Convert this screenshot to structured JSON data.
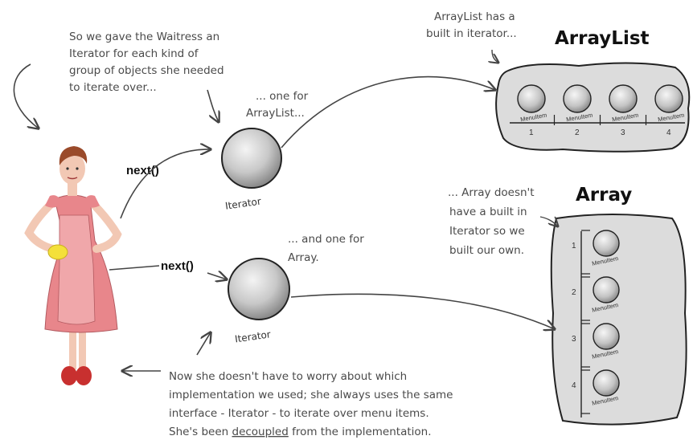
{
  "annotations": {
    "intro": [
      "So we gave the Waitress an",
      "Iterator for each kind of",
      "group of objects she needed",
      "to iterate over..."
    ],
    "one_for_arraylist": [
      "... one for",
      "ArrayList..."
    ],
    "arraylist_builtin": [
      "ArrayList has a",
      "built in iterator..."
    ],
    "array_no_builtin": [
      "... Array doesn't",
      "have a built in",
      "Iterator so we",
      "built our own."
    ],
    "one_for_array": [
      "... and one for",
      "Array."
    ],
    "conclusion": {
      "lines": [
        "Now she doesn't have to worry about which",
        "implementation we used; she always uses the same",
        "interface - Iterator - to iterate over menu items."
      ],
      "last_prefix": "She's been ",
      "last_underlined": "decoupled",
      "last_suffix": " from the implementation."
    }
  },
  "calls": {
    "top": "next()",
    "bottom": "next()"
  },
  "iterators": {
    "top_label": "Iterator",
    "bottom_label": "Iterator"
  },
  "arraylist": {
    "title": "ArrayList",
    "items": [
      {
        "label": "MenuItem",
        "index": "1"
      },
      {
        "label": "MenuItem",
        "index": "2"
      },
      {
        "label": "MenuItem",
        "index": "3"
      },
      {
        "label": "MenuItem",
        "index": "4"
      }
    ]
  },
  "array": {
    "title": "Array",
    "items": [
      {
        "label": "MenuItem",
        "index": "1"
      },
      {
        "label": "MenuItem",
        "index": "2"
      },
      {
        "label": "MenuItem",
        "index": "3"
      },
      {
        "label": "MenuItem",
        "index": "4"
      }
    ]
  },
  "colors": {
    "container_fill": "#dcdcdc",
    "ball_fill": "#c8c8c8",
    "ink": "#444444",
    "dress": "#e8868b"
  }
}
